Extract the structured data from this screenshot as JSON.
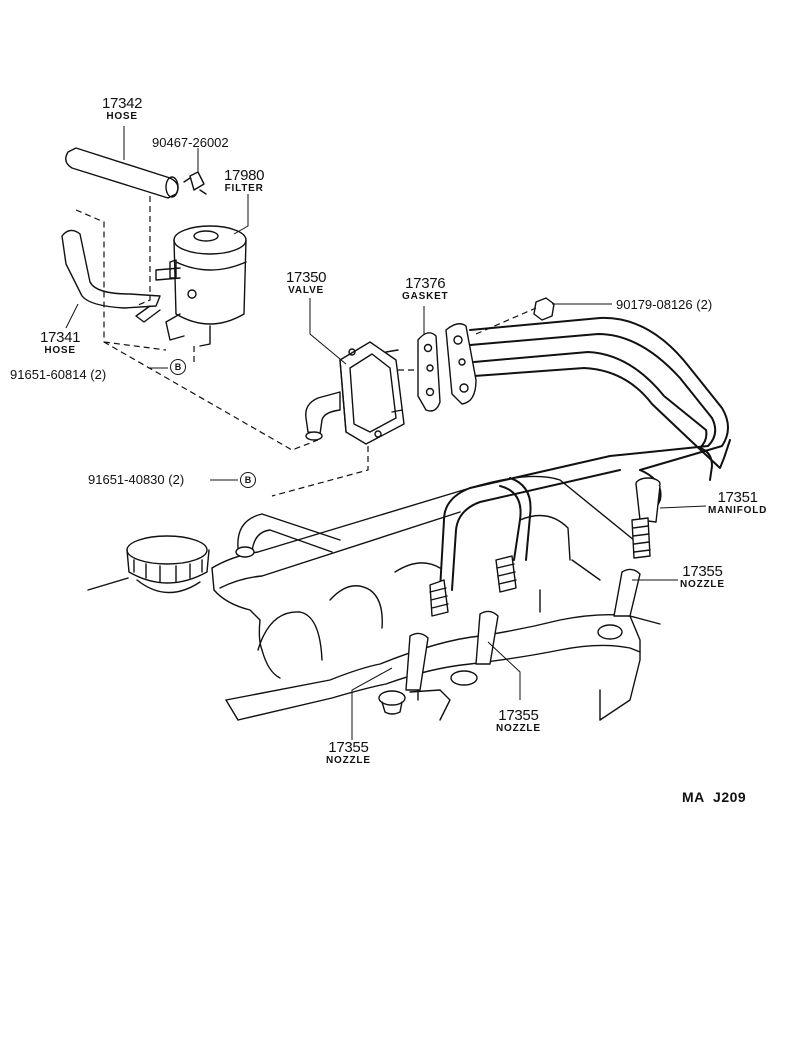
{
  "parts": {
    "hose_upper": {
      "number": "17342",
      "name": "HOSE"
    },
    "clamp": {
      "number": "90467-26002"
    },
    "filter": {
      "number": "17980",
      "name": "FILTER"
    },
    "valve": {
      "number": "17350",
      "name": "VALVE"
    },
    "gasket": {
      "number": "17376",
      "name": "GASKET"
    },
    "nut": {
      "number": "90179-08126",
      "qty": "(2)"
    },
    "hose_lower": {
      "number": "17341",
      "name": "HOSE"
    },
    "bolt_filter": {
      "number": "91651-60814",
      "qty": "(2)",
      "mark": "B"
    },
    "bolt_valve": {
      "number": "91651-40830",
      "qty": "(2)",
      "mark": "B"
    },
    "manifold": {
      "number": "17351",
      "name": "MANIFOLD"
    },
    "nozzle_right": {
      "number": "17355",
      "name": "NOZZLE"
    },
    "nozzle_center": {
      "number": "17355",
      "name": "NOZZLE"
    },
    "nozzle_left": {
      "number": "17355",
      "name": "NOZZLE"
    }
  },
  "diagram_code": "MA  J209"
}
